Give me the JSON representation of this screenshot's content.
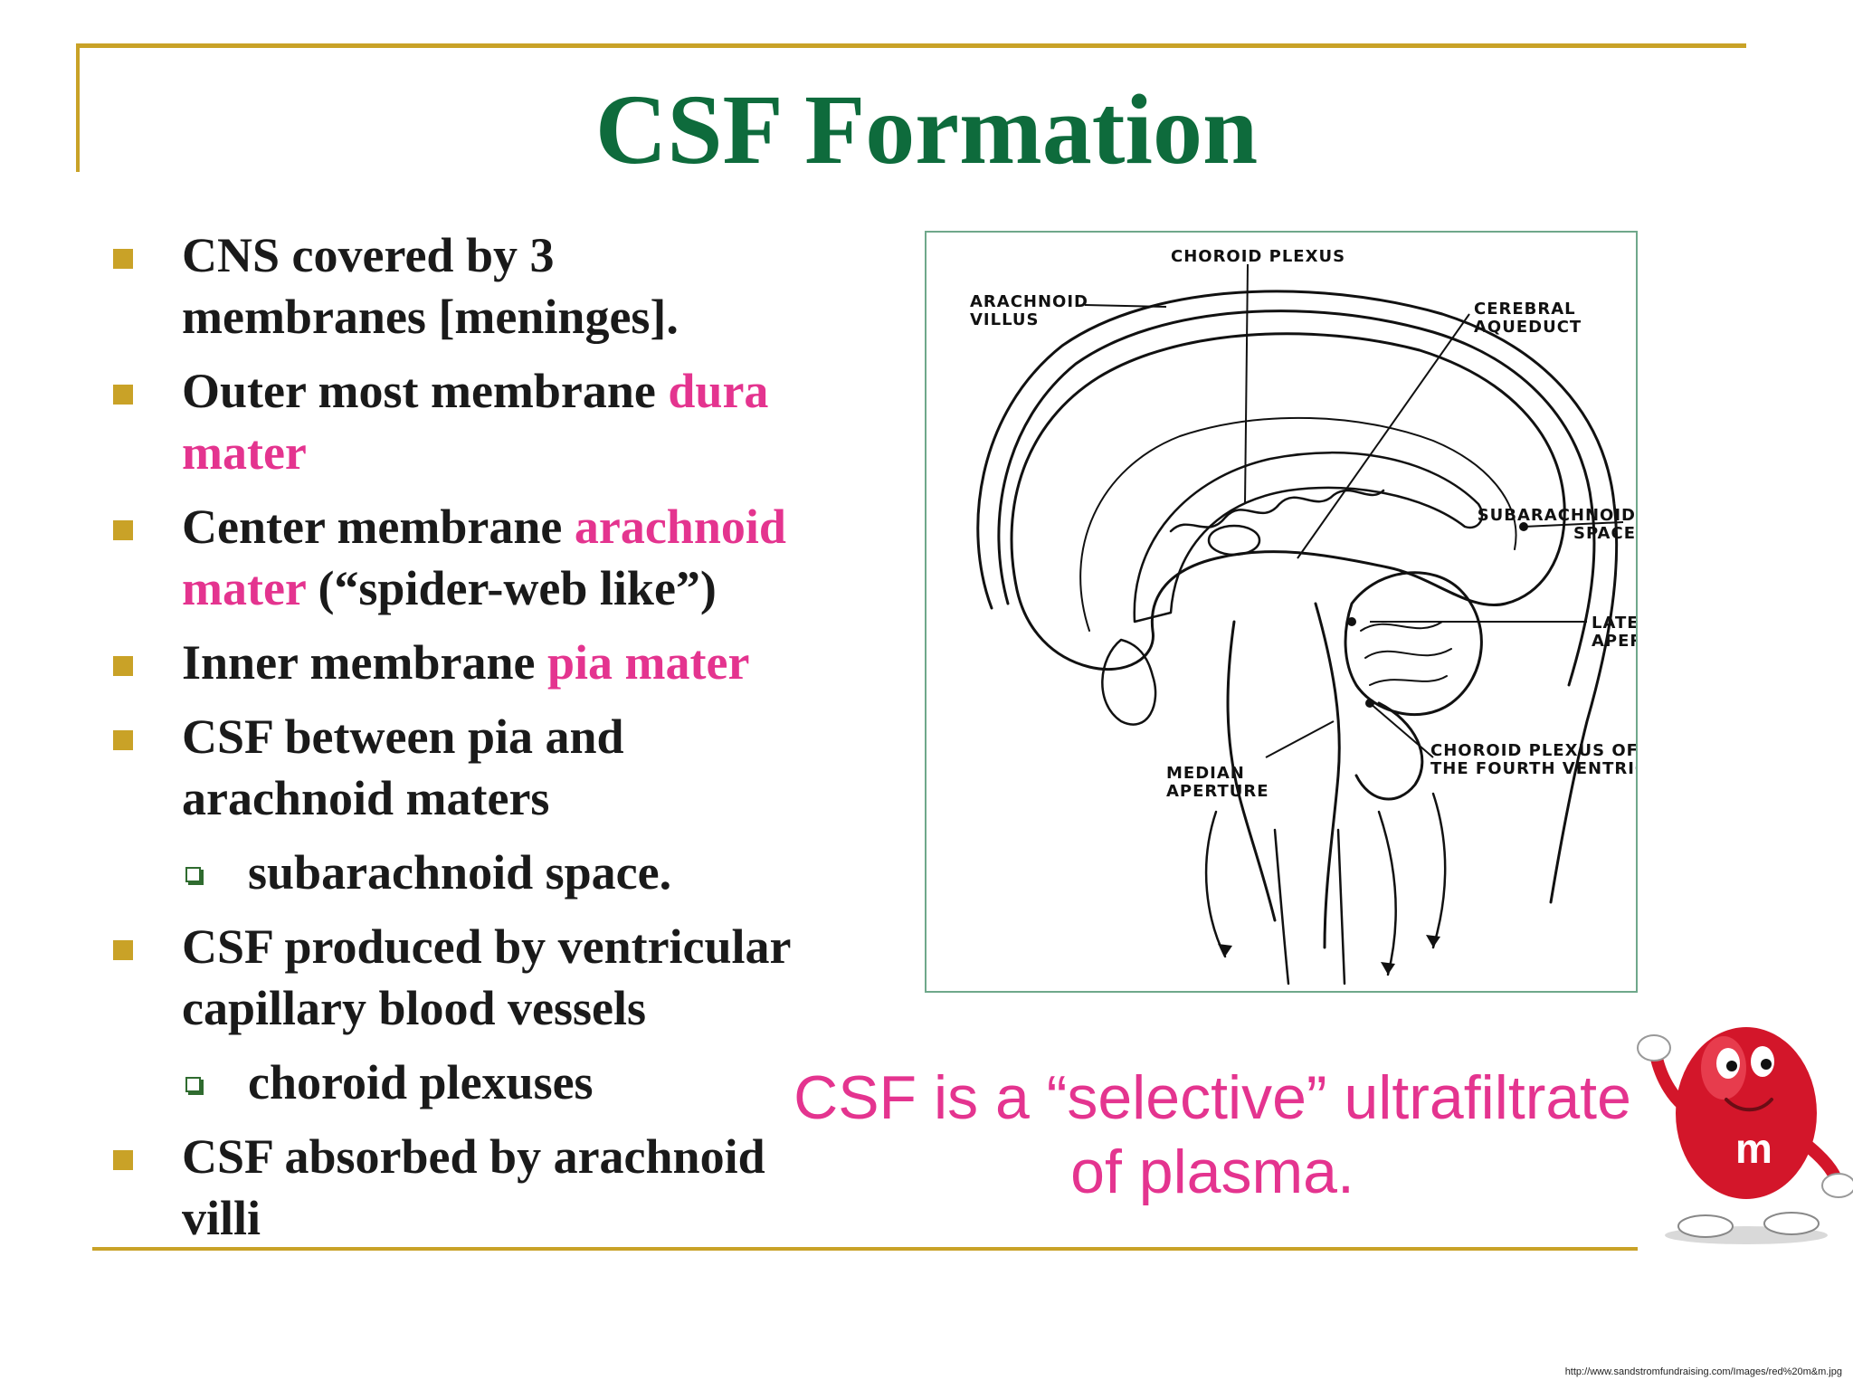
{
  "slide": {
    "title": "CSF Formation",
    "bullets": [
      {
        "line1": "CNS covered by 3",
        "line2": "membranes [meninges]."
      },
      {
        "text": "Outer most membrane ",
        "highlight1": "dura",
        "highlight2": "mater"
      },
      {
        "text": "Center membrane ",
        "highlight1": "arachnoid",
        "highlight2": "mater",
        "tail": " (“spider-web like”)"
      },
      {
        "text": "Inner membrane ",
        "highlight": "pia mater"
      },
      {
        "line1": "CSF between pia and",
        "line2": "arachnoid maters"
      },
      {
        "line1": "CSF produced by ventricular",
        "line2": "capillary blood vessels"
      },
      {
        "line1": "CSF absorbed by arachnoid",
        "line2": "villi"
      }
    ],
    "subbullets": [
      "subarachnoid space.",
      "choroid plexuses"
    ],
    "note_line1": "CSF is a “selective” ultrafiltrate",
    "note_line2": "of plasma.",
    "image_url": "http://www.sandstromfundraising.com/Images/red%20m&m.jpg",
    "mascot_letter": "m"
  },
  "diagram_labels": {
    "choroid_plexus": "CHOROID PLEXUS",
    "arachnoid_villus_1": "ARACHNOID",
    "arachnoid_villus_2": "VILLUS",
    "cerebral_aqueduct_1": "CEREBRAL",
    "cerebral_aqueduct_2": "AQUEDUCT",
    "subarachnoid_space_1": "SUBARACHNOID",
    "subarachnoid_space_2": "SPACE",
    "lateral_aperture_1": "LATERAL",
    "lateral_aperture_2": "APERTURE",
    "choroid_fourth_1": "CHOROID PLEXUS OF",
    "choroid_fourth_2": "THE FOURTH VENTRICLE",
    "median_aperture_1": "MEDIAN",
    "median_aperture_2": "APERTURE"
  },
  "colors": {
    "accent_gold": "#c9a227",
    "title_green": "#0e6b3c",
    "highlight_pink": "#e4348f",
    "mascot_red": "#d3162a"
  },
  "icons": {
    "bullet": "gold-square-bullet",
    "sub_bullet": "hollow-square-bullet"
  }
}
